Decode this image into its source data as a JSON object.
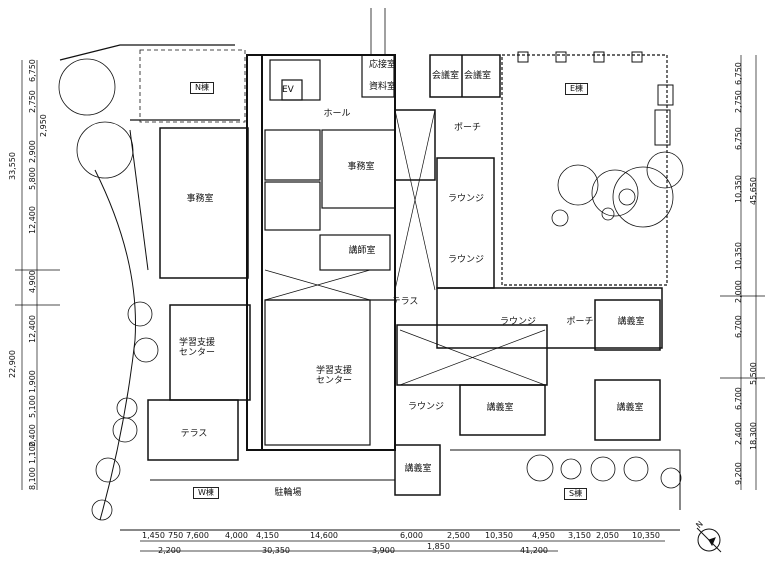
{
  "rooms": {
    "ouseshitsu": "応接室",
    "shiryoshitsu": "資料室",
    "kaigishitsu_1": "会議室",
    "kaigishitsu_2": "会議室",
    "ev": "EV",
    "hall": "ホール",
    "porch_1": "ポーチ",
    "porch_2": "ポーチ",
    "jimushitsu_center": "事務室",
    "jimushitsu_west": "事務室",
    "lounge_1": "ラウンジ",
    "lounge_2": "ラウンジ",
    "lounge_3": "ラウンジ",
    "lounge_4": "ラウンジ",
    "koushishitsu": "講師室",
    "terrace_1": "テラス",
    "terrace_2": "テラス",
    "gakushu_west": "学習支援\nセンター",
    "gakushu_center": "学習支援\nセンター",
    "kogishitsu_1": "講義室",
    "kogishitsu_2": "講義室",
    "kogishitsu_3": "講義室",
    "kogishitsu_4": "講義室",
    "chorinjo": "駐輪場"
  },
  "building_tags": {
    "n": "N棟",
    "e": "E棟",
    "w": "W棟",
    "s": "S棟"
  },
  "dimensions": {
    "bottom_row1": [
      "1,450",
      "750",
      "7,600",
      "4,000",
      "4,150",
      "14,600",
      "6,000",
      "2,500",
      "10,350",
      "4,950",
      "3,150",
      "2,050",
      "10,350"
    ],
    "bottom_row2": [
      "2,200",
      "30,350",
      "3,900",
      "1,850",
      "41,200"
    ],
    "left_inner": [
      "6,750",
      "2,750",
      "2,950",
      "2,900",
      "5,800",
      "12,400",
      "4,900",
      "12,400",
      "1,900",
      "5,100",
      "2,400",
      "1,100",
      "8,100"
    ],
    "left_outer": [
      "33,550",
      "22,900"
    ],
    "right_inner": [
      "6,750",
      "2,750",
      "6,750",
      "10,350",
      "10,350",
      "2,000",
      "6,700",
      "6,700",
      "2,400",
      "9,200"
    ],
    "right_outer": [
      "45,650",
      "5,500",
      "18,300"
    ]
  },
  "north_symbol": "N"
}
